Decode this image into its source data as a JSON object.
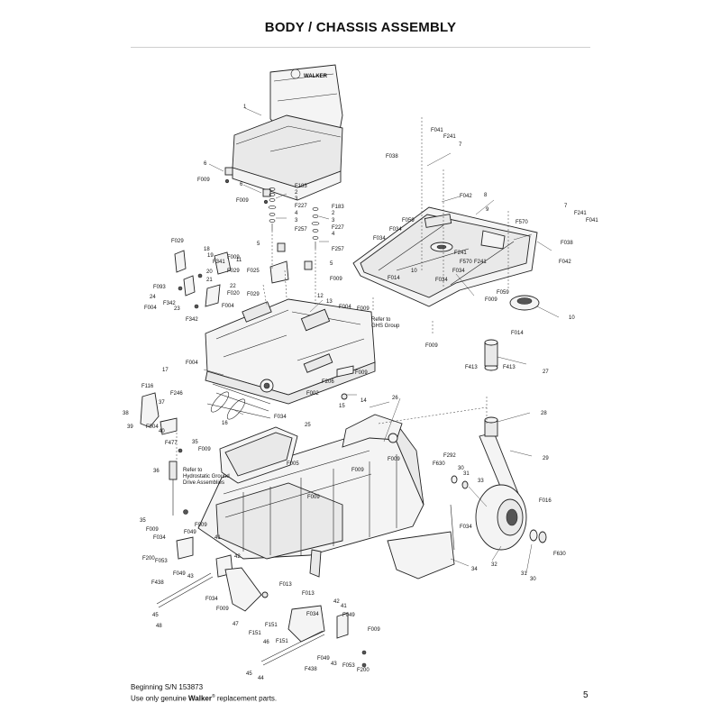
{
  "title": "BODY / CHASSIS ASSEMBLY",
  "seat_logo": "WALKER",
  "callouts": {
    "c1": "1",
    "c2a": "2",
    "c2b": "2",
    "c3a": "3",
    "c3b": "3",
    "c3c": "3",
    "c4a": "4",
    "c4b": "4",
    "c5a": "5",
    "c5b": "5",
    "c6a": "6",
    "c6b": "6",
    "c7a": "7",
    "c7b": "7",
    "c8": "8",
    "c9": "9",
    "c10a": "10",
    "c10b": "10",
    "c11": "11",
    "c12": "12",
    "c13": "13",
    "c14": "14",
    "c15": "15",
    "c16": "16",
    "c17": "17",
    "c18": "18",
    "c19": "19",
    "c20": "20",
    "c21": "21",
    "c22": "22",
    "c23": "23",
    "c24": "24",
    "c25": "25",
    "c26": "26",
    "c27": "27",
    "c28": "28",
    "c29": "29",
    "c30a": "30",
    "c30b": "30",
    "c31a": "31",
    "c31b": "31",
    "c32": "32",
    "c33": "33",
    "c34": "34",
    "c35a": "35",
    "c35b": "35",
    "c36": "36",
    "c37": "37",
    "c38": "38",
    "c39": "39",
    "c40": "40",
    "c41a": "41",
    "c41b": "41",
    "c42a": "42",
    "c42b": "42",
    "c43a": "43",
    "c43b": "43",
    "c44": "44",
    "c45a": "45",
    "c45b": "45",
    "c46": "46",
    "c47": "47",
    "c48": "48",
    "F002": "F002",
    "F004a": "F004",
    "F004b": "F004",
    "F004c": "F004",
    "F004d": "F004",
    "F004e": "F004",
    "F005": "F005",
    "F009a": "F009",
    "F009b": "F009",
    "F009c": "F009",
    "F009d": "F009",
    "F009e": "F009",
    "F009f": "F009",
    "F009g": "F009",
    "F009h": "F009",
    "F009i": "F009",
    "F009j": "F009",
    "F009k": "F009",
    "F009l": "F009",
    "F009m": "F009",
    "F009n": "F009",
    "F009o": "F009",
    "F013a": "F013",
    "F013b": "F013",
    "F014a": "F014",
    "F014b": "F014",
    "F016": "F016",
    "F020": "F020",
    "F025": "F025",
    "F029a": "F029",
    "F029b": "F029",
    "F029c": "F029",
    "F034a": "F034",
    "F034b": "F034",
    "F034c": "F034",
    "F034d": "F034",
    "F034e": "F034",
    "F034f": "F034",
    "F034g": "F034",
    "F034h": "F034",
    "F038a": "F038",
    "F038b": "F038",
    "F041a": "F041",
    "F041b": "F041",
    "F042a": "F042",
    "F042b": "F042",
    "F049a": "F049",
    "F049b": "F049",
    "F049c": "F049",
    "F053a": "F053",
    "F053b": "F053",
    "F059a": "F059",
    "F059b": "F059",
    "F093": "F093",
    "F116": "F116",
    "F151a": "F151",
    "F151b": "F151",
    "F183a": "F183",
    "F183b": "F183",
    "F200a": "F200",
    "F200b": "F200",
    "F206": "F206",
    "F227a": "F227",
    "F227b": "F227",
    "F241a": "F241",
    "F241b": "F241",
    "F241c": "F241",
    "F241d": "F241",
    "F246": "F246",
    "F257a": "F257",
    "F257b": "F257",
    "F292": "F292",
    "F341": "F341",
    "F342a": "F342",
    "F342b": "F342",
    "F413a": "F413",
    "F413b": "F413",
    "F438a": "F438",
    "F438b": "F438",
    "F477": "F477",
    "F570a": "F570",
    "F570b": "F570",
    "F630a": "F630",
    "F630b": "F630"
  },
  "notes": {
    "ghs_line1": "Refer to",
    "ghs_line2": "GHS Group",
    "hydro_line1": "Refer to",
    "hydro_line2": "Hydrostatic Ground",
    "hydro_line3": "Drive Assemblies"
  },
  "footer": {
    "serial": "Beginning S/N 153873",
    "use_prefix": "Use only genuine ",
    "brand": "Walker",
    "reg": "®",
    "use_suffix": " replacement parts.",
    "page_number": "5"
  }
}
